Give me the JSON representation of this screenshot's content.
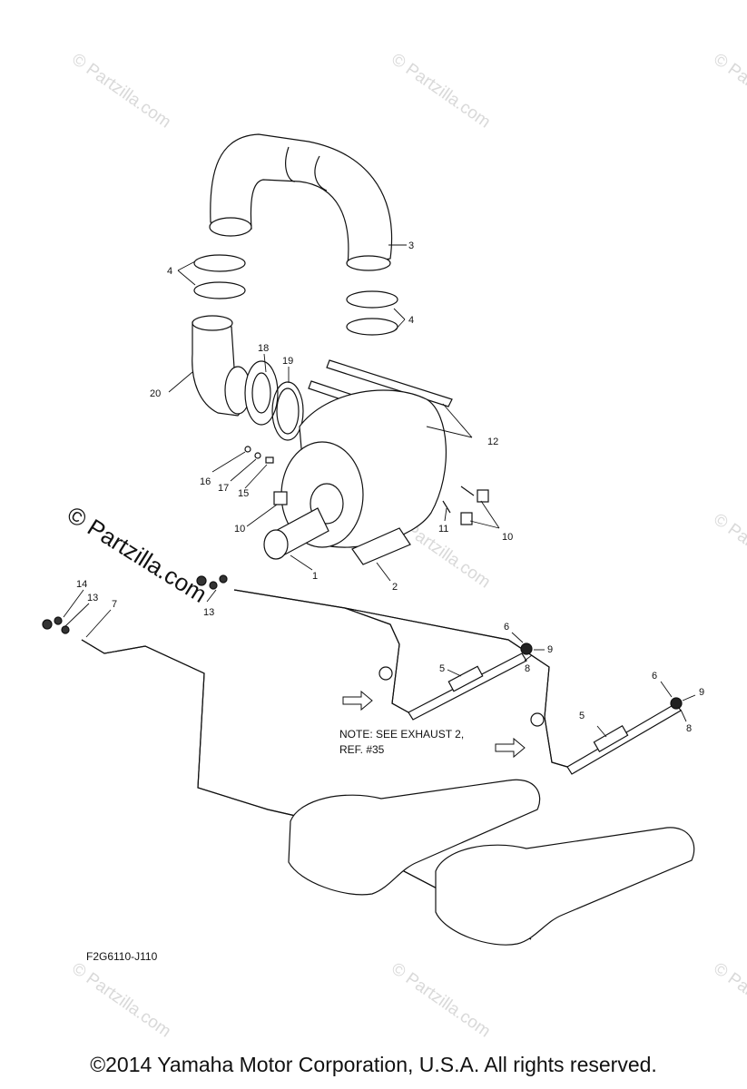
{
  "watermark": {
    "small_text": "© Partzilla.com",
    "large_text": "© Partzilla.com"
  },
  "callouts": [
    {
      "id": "c1",
      "label": "1"
    },
    {
      "id": "c2",
      "label": "2"
    },
    {
      "id": "c3",
      "label": "3"
    },
    {
      "id": "c4a",
      "label": "4"
    },
    {
      "id": "c4b",
      "label": "4"
    },
    {
      "id": "c5a",
      "label": "5"
    },
    {
      "id": "c5b",
      "label": "5"
    },
    {
      "id": "c6a",
      "label": "6"
    },
    {
      "id": "c6b",
      "label": "6"
    },
    {
      "id": "c7",
      "label": "7"
    },
    {
      "id": "c8a",
      "label": "8"
    },
    {
      "id": "c8b",
      "label": "8"
    },
    {
      "id": "c9a",
      "label": "9"
    },
    {
      "id": "c9b",
      "label": "9"
    },
    {
      "id": "c10a",
      "label": "10"
    },
    {
      "id": "c10b",
      "label": "10"
    },
    {
      "id": "c11",
      "label": "11"
    },
    {
      "id": "c12",
      "label": "12"
    },
    {
      "id": "c13a",
      "label": "13"
    },
    {
      "id": "c13b",
      "label": "13"
    },
    {
      "id": "c14",
      "label": "14"
    },
    {
      "id": "c15",
      "label": "15"
    },
    {
      "id": "c16",
      "label": "16"
    },
    {
      "id": "c17",
      "label": "17"
    },
    {
      "id": "c18",
      "label": "18"
    },
    {
      "id": "c19",
      "label": "19"
    },
    {
      "id": "c20",
      "label": "20"
    }
  ],
  "note": {
    "line1": "NOTE: SEE EXHAUST 2,",
    "line2": "REF. #35"
  },
  "diagram_code": "F2G6110-J110",
  "copyright": "©2014  Yamaha Motor Corporation, U.S.A. All rights reserved."
}
